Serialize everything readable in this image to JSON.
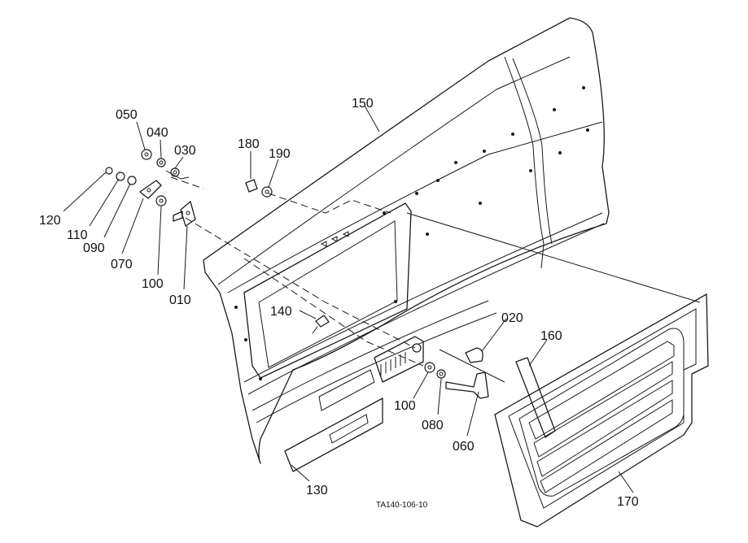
{
  "drawing_code": "TA140-106-10",
  "callouts": [
    {
      "id": "c150",
      "text": "150"
    },
    {
      "id": "c050",
      "text": "050"
    },
    {
      "id": "c040",
      "text": "040"
    },
    {
      "id": "c030",
      "text": "030"
    },
    {
      "id": "c180",
      "text": "180"
    },
    {
      "id": "c190",
      "text": "190"
    },
    {
      "id": "c120",
      "text": "120"
    },
    {
      "id": "c110",
      "text": "110"
    },
    {
      "id": "c090",
      "text": "090"
    },
    {
      "id": "c070",
      "text": "070"
    },
    {
      "id": "c100a",
      "text": "100"
    },
    {
      "id": "c010",
      "text": "010"
    },
    {
      "id": "c140",
      "text": "140"
    },
    {
      "id": "c020",
      "text": "020"
    },
    {
      "id": "c160",
      "text": "160"
    },
    {
      "id": "c100b",
      "text": "100"
    },
    {
      "id": "c080",
      "text": "080"
    },
    {
      "id": "c060",
      "text": "060"
    },
    {
      "id": "c130",
      "text": "130"
    },
    {
      "id": "c170",
      "text": "170"
    }
  ]
}
